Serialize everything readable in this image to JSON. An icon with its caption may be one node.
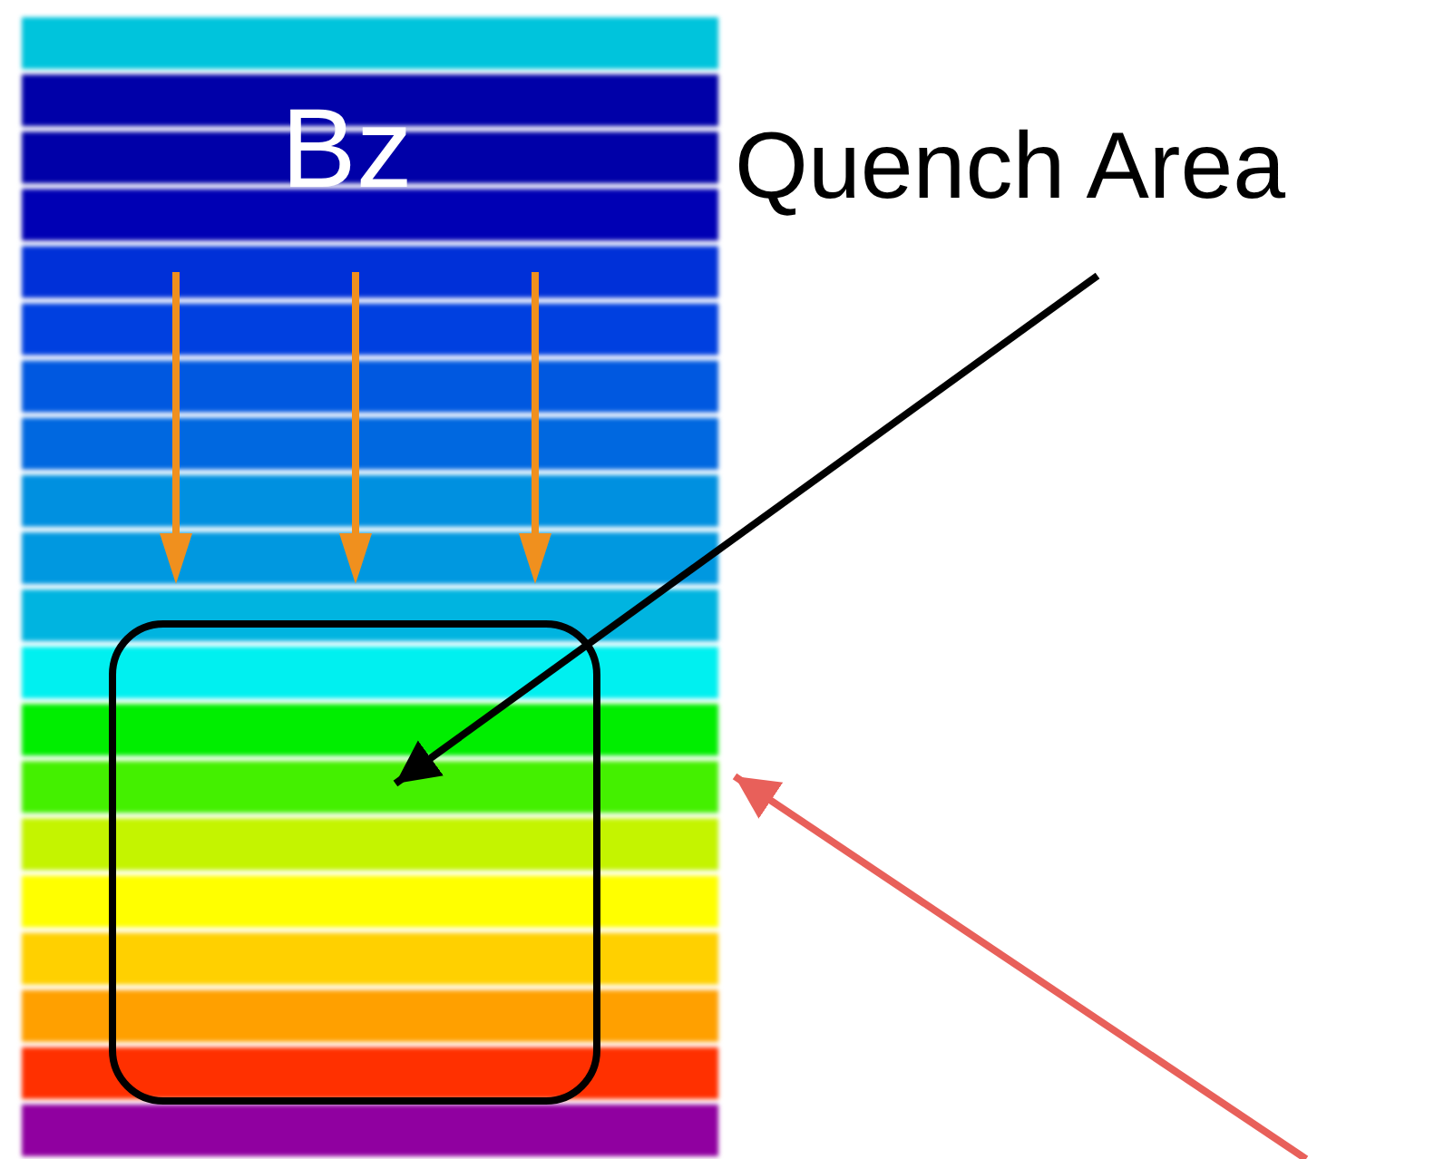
{
  "diagram": {
    "nodes": [
      {
        "text": [
          "Quench Area"
        ]
      },
      {
        "text": [
          "Bz"
        ]
      },
      {
        "text": [],
        "shape": "box",
        "in": 1
      }
    ],
    "edges": [
      {
        "from": 0,
        "to": 2,
        "arrow": "to"
      },
      {
        "from": null,
        "to": 1,
        "arrow": "to",
        "color": "#e8605a"
      }
    ]
  }
}
